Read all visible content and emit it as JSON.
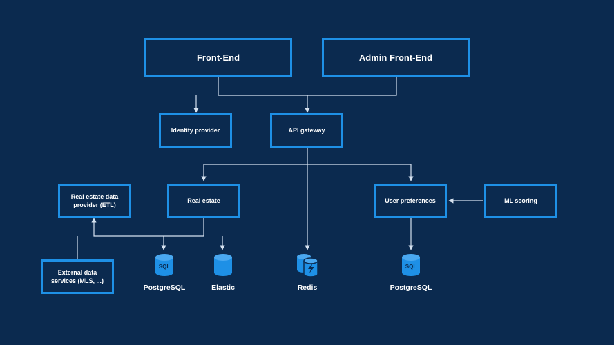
{
  "nodes": {
    "front_end": "Front-End",
    "admin_front_end": "Admin Front-End",
    "identity_provider": "Identity provider",
    "api_gateway": "API gateway",
    "real_estate_data_provider": "Real estate data provider (ETL)",
    "real_estate": "Real estate",
    "user_preferences": "User preferences",
    "ml_scoring": "ML scoring",
    "external_data_services": "External data services (MLS, ...)"
  },
  "datastores": {
    "postgresql_real_estate": {
      "label": "PostgreSQL",
      "icon": "sql-database-icon",
      "badge": "SQL"
    },
    "elastic": {
      "label": "Elastic",
      "icon": "database-icon"
    },
    "redis": {
      "label": "Redis",
      "icon": "redis-cache-icon"
    },
    "postgresql_user_prefs": {
      "label": "PostgreSQL",
      "icon": "sql-database-icon",
      "badge": "SQL"
    }
  },
  "colors": {
    "background": "#0b2a4f",
    "accent": "#1e90e6",
    "connector": "#d6e2f0",
    "text": "#ffffff"
  }
}
